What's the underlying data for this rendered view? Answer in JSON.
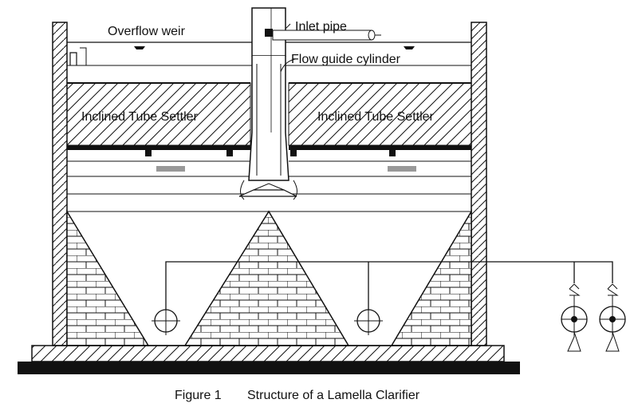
{
  "labels": {
    "overflow_weir": "Overflow weir",
    "inlet_pipe": "Inlet pipe",
    "flow_guide": "Flow guide cylinder",
    "settler_left": "Inclined Tube Settler",
    "settler_right": "Inclined Tube Settler"
  },
  "caption": {
    "figure": "Figure 1",
    "title": "Structure of a Lamella Clarifier"
  },
  "colors": {
    "line": "#111111",
    "fill": "#ffffff"
  },
  "icons": {
    "pump": "pump-icon",
    "valve": "valve-icon",
    "cleanout": "cleanout-icon"
  }
}
